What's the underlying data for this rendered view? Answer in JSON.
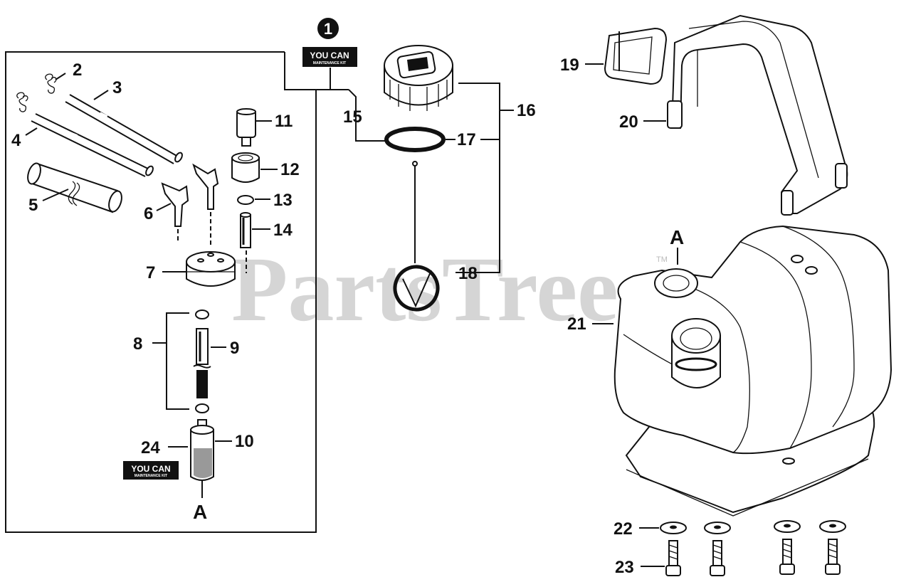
{
  "watermark": {
    "text": "PartsTree",
    "trademark": "TM"
  },
  "kit_badge": {
    "number": "1",
    "line1": "YOU CAN",
    "line2": "MAINTENANCE KIT"
  },
  "connector_label": "A",
  "callouts": {
    "c2": "2",
    "c3": "3",
    "c4": "4",
    "c5": "5",
    "c6": "6",
    "c7": "7",
    "c8": "8",
    "c9": "9",
    "c10": "10",
    "c11": "11",
    "c12": "12",
    "c13": "13",
    "c14": "14",
    "c15": "15",
    "c16": "16",
    "c17": "17",
    "c18": "18",
    "c19": "19",
    "c20": "20",
    "c21": "21",
    "c22": "22",
    "c23": "23",
    "c24": "24"
  },
  "colors": {
    "ink": "#111111",
    "watermark": "#c8c8c8",
    "background": "#ffffff"
  }
}
